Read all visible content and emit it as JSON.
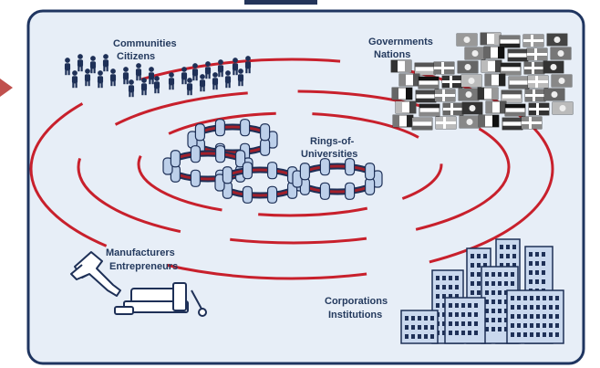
{
  "colors": {
    "panel_bg": "#e7eef7",
    "panel_border": "#1f3560",
    "ring": "#c8202c",
    "arrow": "#c0504d",
    "label": "#243a5e",
    "figure": "#1e3057",
    "building_fill": "#c9d8ee",
    "building_stroke": "#1e3057",
    "university_fill": "#bdd0ea"
  },
  "labels": {
    "communities": "Communities",
    "citizens": "Citizens",
    "governments": "Governments",
    "nations": "Nations",
    "rings_of": "Rings-of-",
    "universities": "Universities",
    "manufacturers": "Manufacturers",
    "entrepreneurs": "Entrepreneurs",
    "corporations": "Corporations",
    "institutions": "Institutions"
  },
  "icons": {
    "people": "person-icon",
    "flags": "flag-icon",
    "universities": "university-ring-icon",
    "tools": "hammer-vise-icon",
    "buildings": "building-icon"
  }
}
